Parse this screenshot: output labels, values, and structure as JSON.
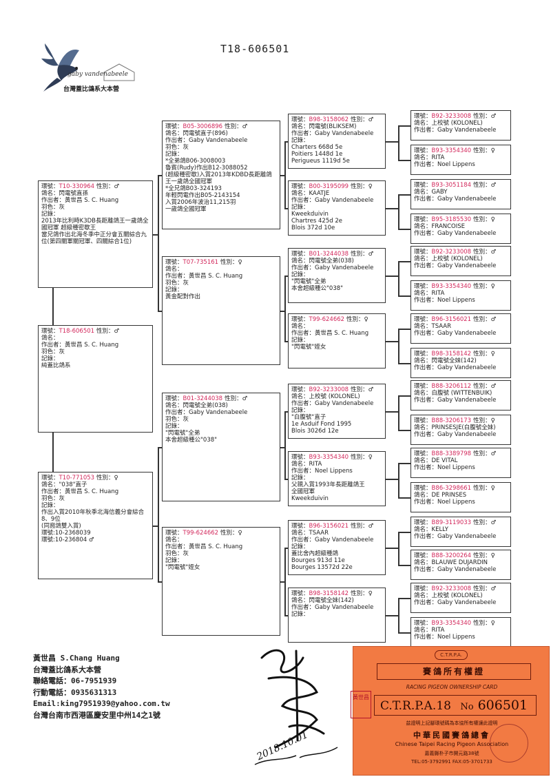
{
  "document": {
    "number": "T18-606501"
  },
  "logo": {
    "script": "gaby vandenabeele",
    "subtitle": "台灣蓋比鴿系大本營",
    "icon": "dove-icon"
  },
  "colors": {
    "ring_number": "#d2265a",
    "certificate": "#f27a43",
    "border": "#333333"
  },
  "pedigree": {
    "subject": {
      "ring_label": "環號：",
      "ring_no": "T18-606501",
      "sex_label": "性別：♂",
      "lines": [
        "鴿名：",
        "作出者：黃世昌 S. C. Huang",
        "羽色：灰",
        "記錄：",
        "純蓋比鴿系"
      ]
    },
    "sire": {
      "ring_label": "環號：",
      "ring_no": "T10-330964",
      "sex_label": "性別：♂",
      "lines": [
        "鴿名：閃電號直孫",
        "作出者：黃世昌 S. C. Huang",
        "羽色：灰",
        "記錄：",
        "2013年比利時K3DB長距離鴿王一歲鴿全國冠軍 超級種密歇王",
        "",
        "當兄鴿作出北海冬季中正分會五關綜合九位(第四關軍關冠軍、四關綜合1位)"
      ]
    },
    "dam": {
      "ring_label": "環號：",
      "ring_no": "T10-771053",
      "sex_label": "性別：♀",
      "lines": [
        "鴿名：\"038\"直子",
        "作出者：黃世昌 S. C. Huang",
        "羽色：灰",
        "記錄：",
        "作出入賞2010年秋季北海信義分會綜合8、9位",
        "(同窩鴿雙入賞)",
        "環號:10-2368039",
        "環號:10-236804 ♂"
      ]
    },
    "grandparents": [
      {
        "ring_label": "環號：",
        "ring_no": "B05-3006896",
        "sex_label": "性別：♂",
        "lines": [
          "鴿名：閃電號直子(896)",
          "作出者：Gaby Vandenabeele",
          "羽色：灰",
          "記錄：",
          "*全弟鴿B06-3008003",
          "魯賓(Rudy)作出B12-3088052",
          "(超級種密歇)入賞2013年KDBD長距離鴿王一歲鴿全國冠軍",
          "*全兄鴿B03-324193",
          "年輕閃電作出B05-2143154",
          "入賞2006年波治11,215羽",
          "一歲鴿全國冠軍"
        ]
      },
      {
        "ring_label": "環號：",
        "ring_no": "T07-735161",
        "sex_label": "性別：♀",
        "lines": [
          "鴿名：",
          "作出者：黃世昌 S. C. Huang",
          "羽色：灰",
          "記錄：",
          "黃金配對作出"
        ]
      },
      {
        "ring_label": "環號：",
        "ring_no": "B01-3244038",
        "sex_label": "性別：♂",
        "lines": [
          "鴿名：閃電號全弟(038)",
          "作出者：Gaby Vandenabeele",
          "羽色：灰",
          "記錄：",
          "\"閃電號\"全弟",
          "本舍超級種公\"038\""
        ]
      },
      {
        "ring_label": "環號：",
        "ring_no": "T99-624662",
        "sex_label": "性別：♀",
        "lines": [
          "鴿名：",
          "作出者：黃世昌 S. C. Huang",
          "羽色：灰",
          "記錄：",
          "\"閃電號\"姪女"
        ]
      }
    ],
    "great_grandparents": [
      {
        "ring_label": "環號：",
        "ring_no": "B98-3158062",
        "sex_label": "性別：♂",
        "lines": [
          "鴿名：閃電號(BLIKSEM)",
          "作出者：Gaby Vandenabeele",
          "記錄：",
          "Charters 668d 5e",
          "Poitiers 1448d 1e",
          "Perigueus 1119d 5e"
        ]
      },
      {
        "ring_label": "環號：",
        "ring_no": "B00-3195099",
        "sex_label": "性別：♀",
        "lines": [
          "鴿名：KAATJE",
          "作出者：Gaby Vandenabeele",
          "記錄：",
          "Kweekduivin",
          "Chartres 425d 2e",
          "Blois 372d 10e"
        ]
      },
      {
        "ring_label": "環號：",
        "ring_no": "B01-3244038",
        "sex_label": "性別：♂",
        "lines": [
          "鴿名：閃電號全弟(038)",
          "作出者：Gaby Vandenabeele",
          "記錄：",
          "\"閃電號\"全弟",
          "本舍超級種公\"038\""
        ]
      },
      {
        "ring_label": "環號：",
        "ring_no": "T99-624662",
        "sex_label": "性別：♀",
        "lines": [
          "鴿名：",
          "作出者：黃世昌 S. C. Huang",
          "記錄：",
          "\"閃電號\"姪女"
        ]
      },
      {
        "ring_label": "環號：",
        "ring_no": "B92-3233008",
        "sex_label": "性別：♂",
        "lines": [
          "鴿名：上校號 (KOLONEL)",
          "作出者：Gaby Vandenabeele",
          "記錄：",
          "\"白腹號\"直子",
          "1e Asduif Fond 1995",
          "Blois 3026d 12e"
        ]
      },
      {
        "ring_label": "環號：",
        "ring_no": "B93-3354340",
        "sex_label": "性別：♀",
        "lines": [
          "鴿名：RITA",
          "作出者：Noel Lippens",
          "記錄：",
          "父親入賞1993年長距離鴿王",
          "全國冠軍",
          "Kweekduivin"
        ]
      },
      {
        "ring_label": "環號：",
        "ring_no": "B96-3156021",
        "sex_label": "性別：♂",
        "lines": [
          "鴿名：TSAAR",
          "作出者：Gaby Vandenabeele",
          "記錄：",
          "蓋比舍內超級種鴿",
          "Bourges 913d 11e",
          "Bourges 13572d 22e"
        ]
      },
      {
        "ring_label": "環號：",
        "ring_no": "B98-3158142",
        "sex_label": "性別：♀",
        "lines": [
          "鴿名：閃電號全妹(142)",
          "作出者：Gaby Vandenabeele",
          "記錄："
        ]
      }
    ],
    "fourth_generation": [
      {
        "ring_label": "環號：",
        "ring_no": "B92-3233008",
        "sex_label": "性別：♂",
        "lines": [
          "鴿名：上校號 (KOLONEL)",
          "作出者：Gaby Vandenabeele"
        ]
      },
      {
        "ring_label": "環號：",
        "ring_no": "B93-3354340",
        "sex_label": "性別：♀",
        "lines": [
          "鴿名：RITA",
          "作出者：Noel Lippens"
        ]
      },
      {
        "ring_label": "環號：",
        "ring_no": "B93-3051184",
        "sex_label": "性別：♂",
        "lines": [
          "鴿名：GABY",
          "作出者：Gaby Vandenabeele"
        ]
      },
      {
        "ring_label": "環號：",
        "ring_no": "B95-3185530",
        "sex_label": "性別：♀",
        "lines": [
          "鴿名：FRANCOISE",
          "作出者：Gaby Vandenabeele"
        ]
      },
      {
        "ring_label": "環號：",
        "ring_no": "B92-3233008",
        "sex_label": "性別：♂",
        "lines": [
          "鴿名：上校號 (KOLONEL)",
          "作出者：Gaby Vandenabeele"
        ]
      },
      {
        "ring_label": "環號：",
        "ring_no": "B93-3354340",
        "sex_label": "性別：♀",
        "lines": [
          "鴿名：RITA",
          "作出者：Noel Lippens"
        ]
      },
      {
        "ring_label": "環號：",
        "ring_no": "B96-3156021",
        "sex_label": "性別：♂",
        "lines": [
          "鴿名：TSAAR",
          "作出者：Gaby Vandenabeele"
        ]
      },
      {
        "ring_label": "環號：",
        "ring_no": "B98-3158142",
        "sex_label": "性別：♀",
        "lines": [
          "鴿名：閃電號全妹(142)",
          "作出者：Gaby Vandenabeele"
        ]
      },
      {
        "ring_label": "環號：",
        "ring_no": "B88-3206112",
        "sex_label": "性別：♂",
        "lines": [
          "鴿名：白腹號 (WITTENBUIK)",
          "作出者：Gaby Vandenabeele"
        ]
      },
      {
        "ring_label": "環號：",
        "ring_no": "B88-3206173",
        "sex_label": "性別：♀",
        "lines": [
          "鴿名：PRINSESJE(白腹號全妹)",
          "作出者：Gaby Vandenabeele"
        ]
      },
      {
        "ring_label": "環號：",
        "ring_no": "B88-3389798",
        "sex_label": "性別：♂",
        "lines": [
          "鴿名：DE VITAL",
          "作出者：Noel Lippens"
        ]
      },
      {
        "ring_label": "環號：",
        "ring_no": "B86-3298661",
        "sex_label": "性別：♀",
        "lines": [
          "鴿名：DE PRINSES",
          "作出者：Noel Lippens"
        ]
      },
      {
        "ring_label": "環號：",
        "ring_no": "B89-3119033",
        "sex_label": "性別：♂",
        "lines": [
          "鴿名：KELLY",
          "作出者：Gaby Vandenabeele"
        ]
      },
      {
        "ring_label": "環號：",
        "ring_no": "B88-3200264",
        "sex_label": "性別：♀",
        "lines": [
          "鴿名：BLAUWE DUJARDIN",
          "作出者：Gaby Vandenabeele"
        ]
      },
      {
        "ring_label": "環號：",
        "ring_no": "B92-3233008",
        "sex_label": "性別：♂",
        "lines": [
          "鴿名：上校號 (KOLONEL)",
          "作出者：Gaby Vandenabeele"
        ]
      },
      {
        "ring_label": "環號：",
        "ring_no": "B93-3354340",
        "sex_label": "性別：♀",
        "lines": [
          "鴿名：RITA",
          "作出者：Noel Lippens"
        ]
      }
    ]
  },
  "footer": {
    "name": "黃世昌 S.Chang Huang",
    "loft": "台灣蓋比鴿系大本營",
    "phone": "聯絡電話：06-7951939",
    "mobile": "行動電話：0935631313",
    "email": "Email:king7951939@yahoo.com.tw",
    "address": "台灣台南市西港區慶安里中州14之1號"
  },
  "signature": {
    "date": "2018.10.01"
  },
  "certificate": {
    "badge": "C.T.R.P.A.",
    "title": "賽鴿所有權證",
    "title_en": "RACING PIGEON OWNERSHIP CARD",
    "prefix": "C.T.R.P.A.18",
    "no_label": "No",
    "number": "606501",
    "stamp": "黃世昌",
    "statement": "茲證明上記腳環號碼為本協所有權讓此證明",
    "org": "中華民國賽鴿總會",
    "org_en": "Chinese Taipei Racing Pigeon Association",
    "address": "嘉義縣朴子市開元路38號",
    "tel": "TEL:05-3792991    FAX:05-3701733"
  }
}
